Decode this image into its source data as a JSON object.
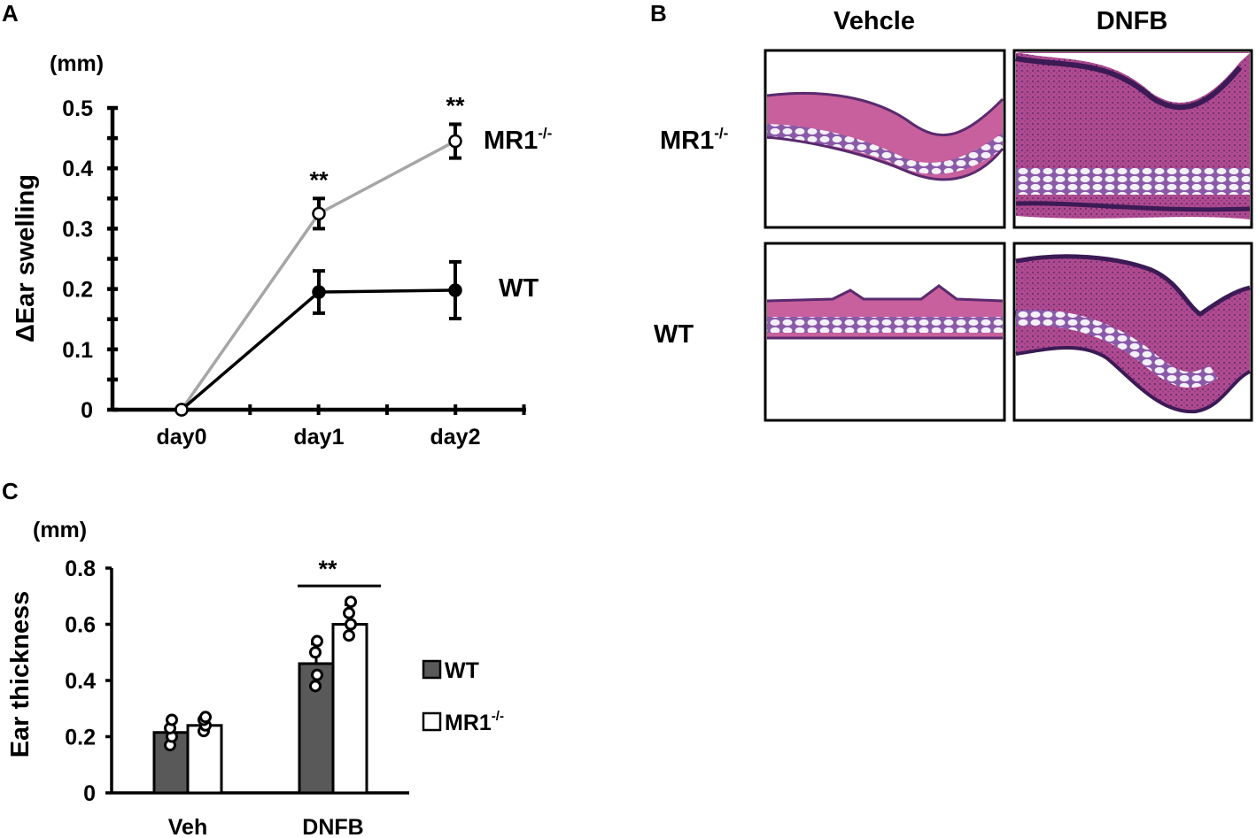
{
  "panels": {
    "A": "A",
    "B": "B",
    "C": "C"
  },
  "colors": {
    "mr1_line": "#a6a6a6",
    "wt_line": "#000000",
    "wt_bar": "#595959",
    "mr1_bar": "#ffffff",
    "tissue_pink": "#c7609c",
    "tissue_purple": "#5a2a6e"
  },
  "chart_data": [
    {
      "panel": "A",
      "type": "line",
      "unit": "(mm)",
      "ylabel": "ΔEar swelling",
      "categories": [
        "day0",
        "day1",
        "day2"
      ],
      "ylim": [
        0,
        0.5
      ],
      "yticks": [
        "0",
        "0.1",
        "0.2",
        "0.3",
        "0.4",
        "0.5"
      ],
      "series": [
        {
          "name": "MR1",
          "sup": "-/-",
          "marker": "open-circle",
          "values": [
            0,
            0.325,
            0.445
          ],
          "err": [
            0,
            0.025,
            0.028
          ]
        },
        {
          "name": "WT",
          "marker": "filled-circle",
          "values": [
            0,
            0.195,
            0.198
          ],
          "err": [
            0,
            0.035,
            0.047
          ]
        }
      ],
      "annotations": [
        {
          "category": "day1",
          "text": "**"
        },
        {
          "category": "day2",
          "text": "**"
        }
      ]
    },
    {
      "panel": "C",
      "type": "bar",
      "unit": "(mm)",
      "ylabel": "Ear thickness",
      "categories": [
        "Veh",
        "DNFB"
      ],
      "ylim": [
        0,
        0.8
      ],
      "yticks": [
        "0",
        "0.2",
        "0.4",
        "0.6",
        "0.8"
      ],
      "series": [
        {
          "name": "WT",
          "values": [
            0.215,
            0.46
          ],
          "err": [
            0.045,
            0.07
          ],
          "points": [
            [
              0.17,
              0.2,
              0.23,
              0.26
            ],
            [
              0.38,
              0.42,
              0.5,
              0.54
            ]
          ]
        },
        {
          "name": "MR1",
          "sup": "-/-",
          "values": [
            0.24,
            0.6
          ],
          "err": [
            0.03,
            0.07
          ],
          "points": [
            [
              0.22,
              0.24,
              0.26,
              0.27
            ],
            [
              0.56,
              0.6,
              0.64,
              0.68
            ]
          ]
        }
      ],
      "annotations": [
        {
          "category": "DNFB",
          "text": "**"
        }
      ]
    }
  ],
  "histology": {
    "columns": [
      "Vehcle",
      "DNFB"
    ],
    "rows": [
      {
        "name": "MR1",
        "sup": "-/-"
      },
      {
        "name": "WT",
        "sup": ""
      }
    ]
  }
}
